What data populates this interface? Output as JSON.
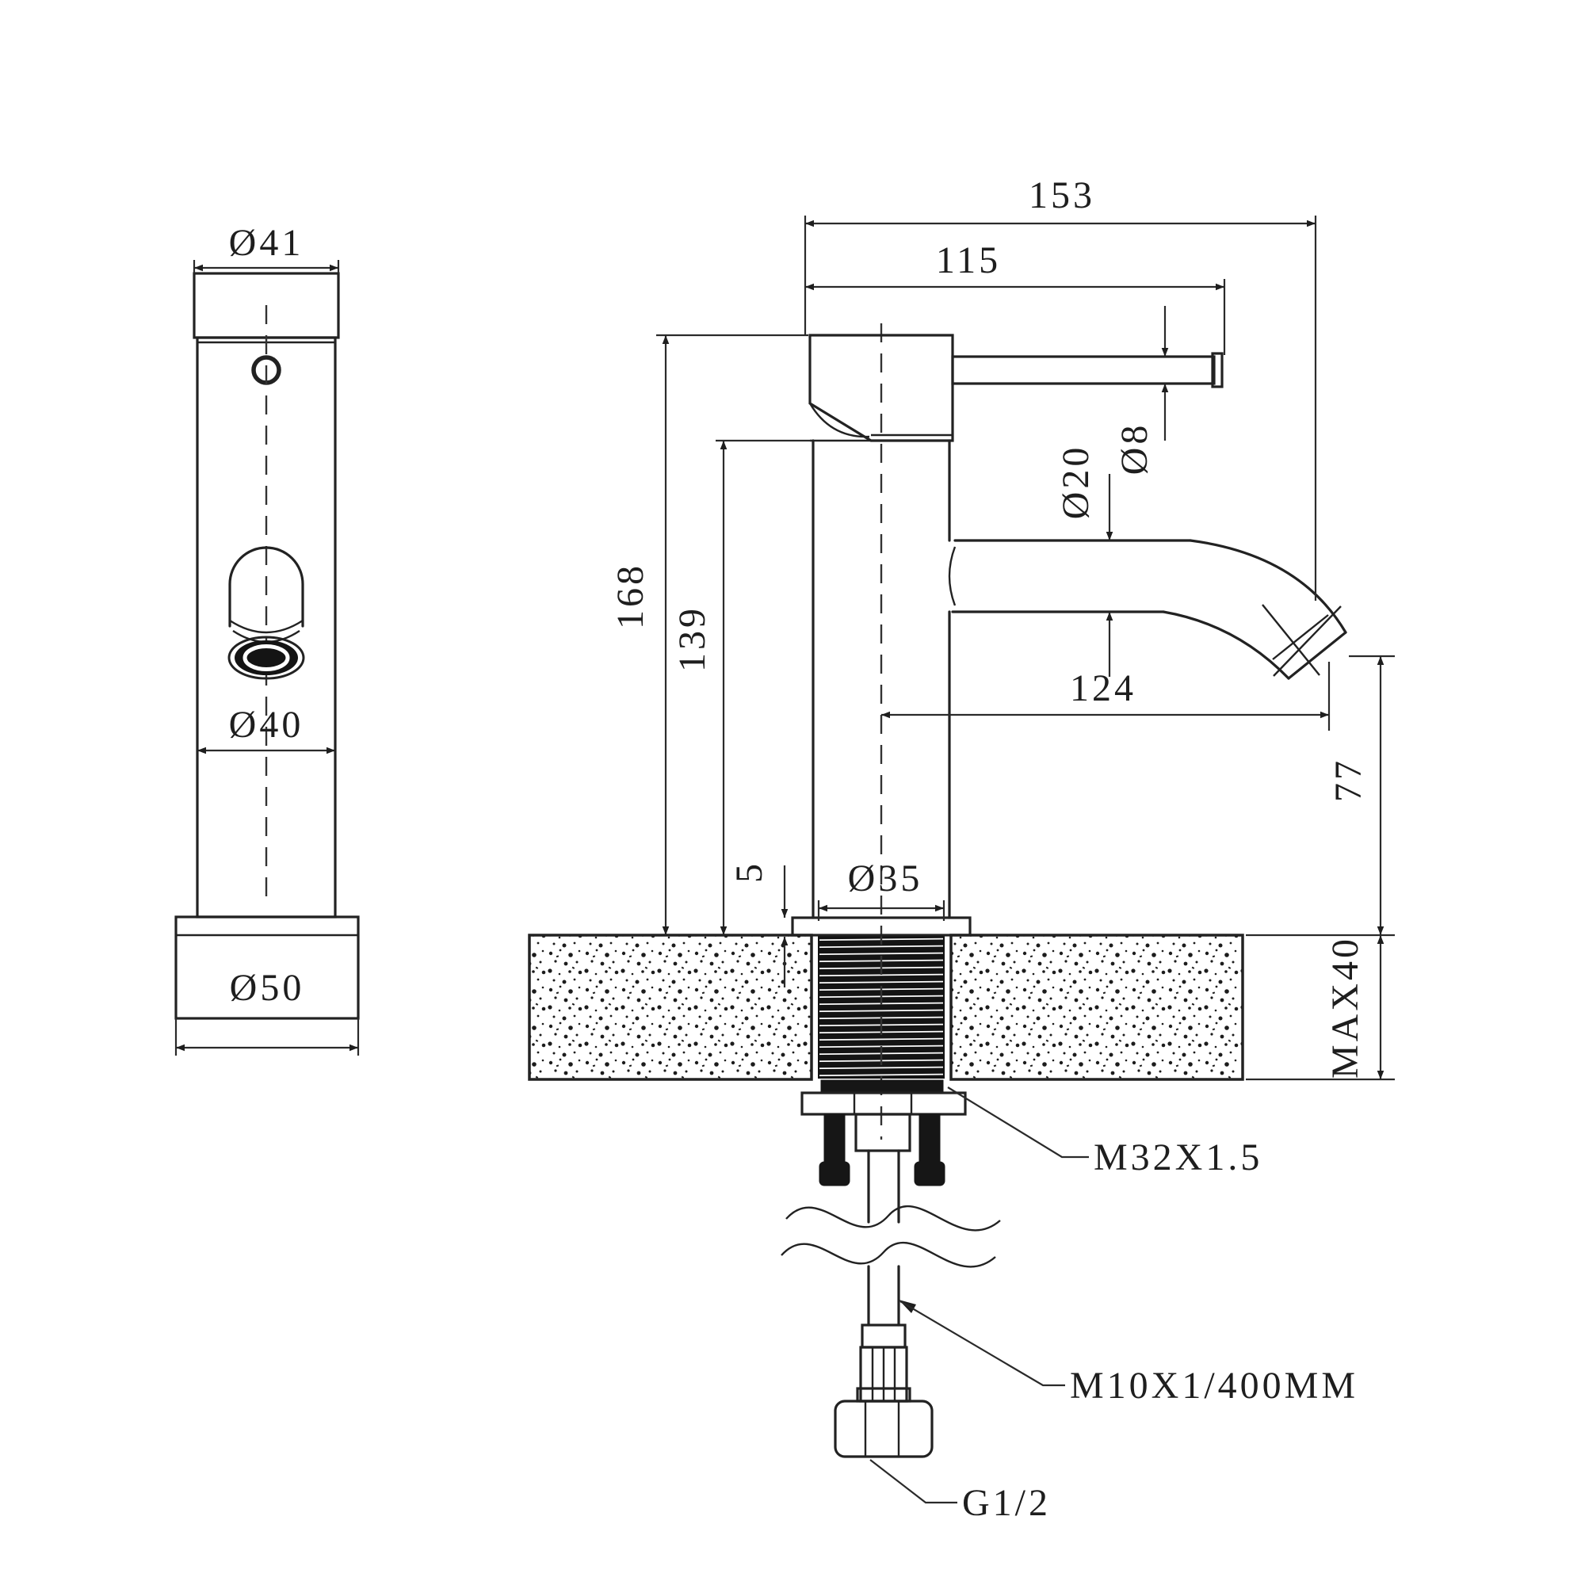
{
  "page": {
    "background": "#ffffff",
    "line_color": "#222222"
  },
  "views": {
    "front": {
      "cap_diameter": "Ø41",
      "body_diameter": "Ø40",
      "base_diameter": "Ø50"
    },
    "side": {
      "overall_reach": "153",
      "handle_length": "115",
      "overall_height": "168",
      "body_height": "139",
      "spout_diameter": "Ø20",
      "lever_diameter": "Ø8",
      "spout_reach": "124",
      "outlet_height": "77",
      "counter_max_thickness": "MAX40",
      "base_gap": "5",
      "shank_diameter": "Ø35",
      "locknut_thread": "M32X1.5",
      "supply_hose": "M10X1/400MM",
      "hose_nut": "G1/2"
    }
  }
}
